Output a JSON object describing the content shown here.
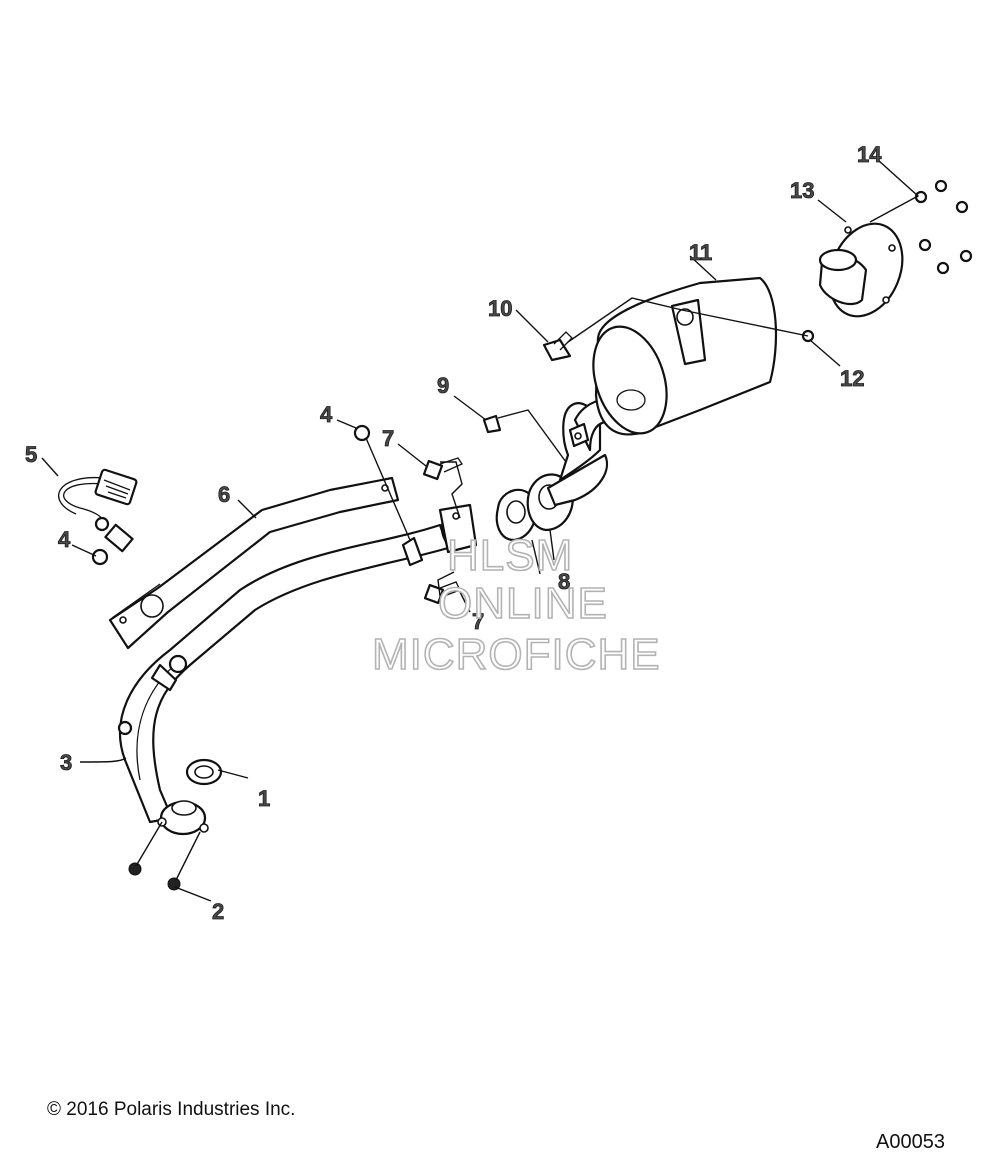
{
  "diagram": {
    "callouts": [
      "1",
      "2",
      "3",
      "4",
      "4",
      "5",
      "6",
      "7",
      "7",
      "8",
      "9",
      "10",
      "11",
      "12",
      "13",
      "14"
    ],
    "watermark": {
      "line1": "HLSM",
      "line2": "ONLINE",
      "line3": "MICROFICHE"
    },
    "copyright": "© 2016 Polaris Industries Inc.",
    "figure_id": "A00053",
    "colors": {
      "line": "#111111",
      "watermark_outline": "#b3b3b3",
      "background": "#ffffff"
    }
  }
}
